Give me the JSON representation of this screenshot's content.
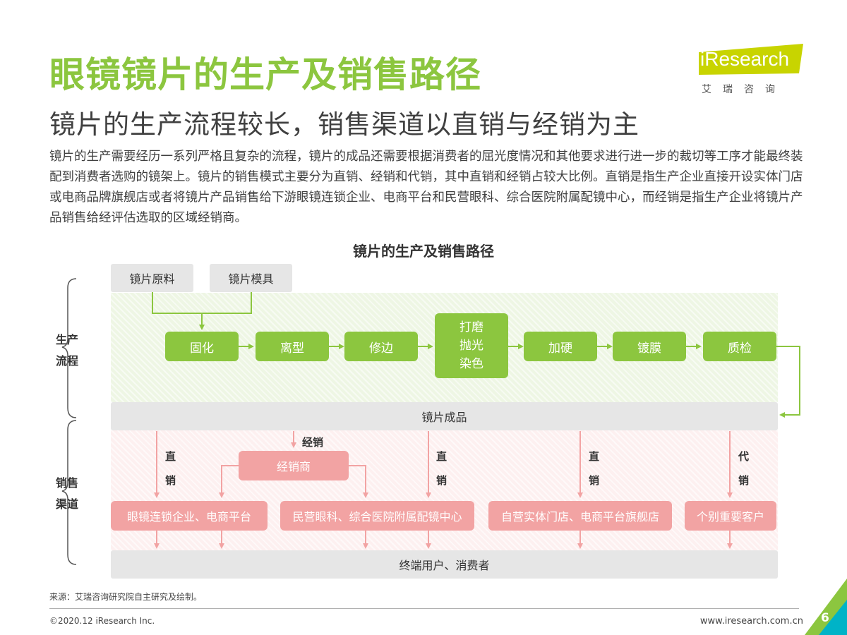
{
  "header": {
    "title": "眼镜镜片的生产及销售路径",
    "subtitle": "镜片的生产流程较长，销售渠道以直销与经销为主",
    "paragraph": "镜片的生产需要经历一系列严格且复杂的流程，镜片的成品还需要根据消费者的屈光度情况和其他要求进行进一步的裁切等工序才能最终装配到消费者选购的镜架上。镜片的销售模式主要分为直销、经销和代销，其中直销和经销占较大比例。直销是指生产企业直接开设实体门店或电商品牌旗舰店或者将镜片产品销售给下游眼镜连锁企业、电商平台和民营眼科、综合医院附属配镜中心，而经销是指生产企业将镜片产品销售给经评估选取的区域经销商。"
  },
  "logo": {
    "text": "iResearch",
    "sub": "艾瑞咨询",
    "color": "#c8d400"
  },
  "diagram": {
    "title": "镜片的生产及销售路径",
    "side_labels": {
      "production_top": "生产",
      "production_bottom": "流程",
      "sales_top": "销售",
      "sales_bottom": "渠道"
    },
    "materials": [
      "镜片原料",
      "镜片模具"
    ],
    "process_steps": [
      "固化",
      "离型",
      "修边",
      "打磨",
      "抛光",
      "染色",
      "加硬",
      "镀膜",
      "质检"
    ],
    "finished_product": "镜片成品",
    "distributor": "经销商",
    "channel_labels": {
      "jingxiao": "经销",
      "zhi": "直",
      "xiao": "销",
      "dai": "代"
    },
    "channels": [
      "眼镜连锁企业、电商平台",
      "民营眼科、综合医院附属配镜中心",
      "自营实体门店、电商平台旗舰店",
      "个别重要客户"
    ],
    "end_users": "终端用户、消费者"
  },
  "colors": {
    "green": "#8cc63f",
    "pink": "#f2a3a3",
    "gray": "#e6e6e6"
  },
  "footer": {
    "source": "来源：艾瑞咨询研究院自主研究及绘制。",
    "copyright": "©2020.12 iResearch Inc.",
    "website": "www.iresearch.com.cn",
    "page": "6"
  }
}
